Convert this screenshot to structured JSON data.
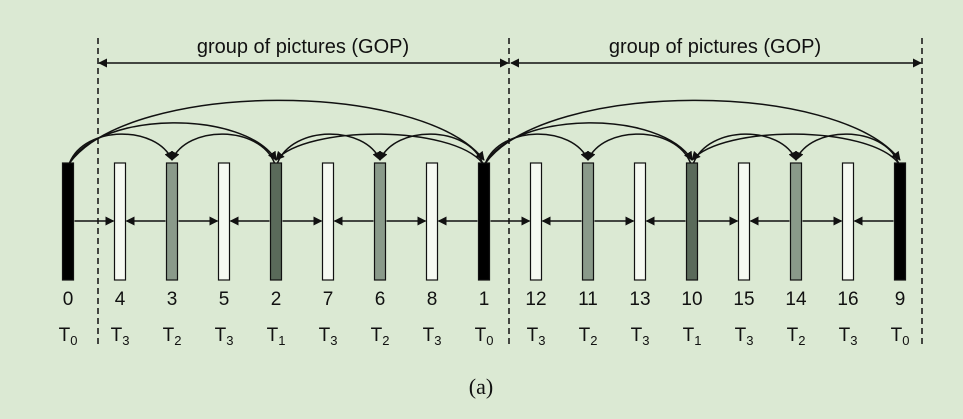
{
  "gop_label": "group of pictures (GOP)",
  "caption": "(a)",
  "frames": [
    {
      "num": "0",
      "level": "0",
      "shade": "black"
    },
    {
      "num": "4",
      "level": "3",
      "shade": "white"
    },
    {
      "num": "3",
      "level": "2",
      "shade": "gray"
    },
    {
      "num": "5",
      "level": "3",
      "shade": "white"
    },
    {
      "num": "2",
      "level": "1",
      "shade": "darkgray"
    },
    {
      "num": "7",
      "level": "3",
      "shade": "white"
    },
    {
      "num": "6",
      "level": "2",
      "shade": "gray"
    },
    {
      "num": "8",
      "level": "3",
      "shade": "white"
    },
    {
      "num": "1",
      "level": "0",
      "shade": "black"
    },
    {
      "num": "12",
      "level": "3",
      "shade": "white"
    },
    {
      "num": "11",
      "level": "2",
      "shade": "gray"
    },
    {
      "num": "13",
      "level": "3",
      "shade": "white"
    },
    {
      "num": "10",
      "level": "1",
      "shade": "darkgray"
    },
    {
      "num": "15",
      "level": "3",
      "shade": "white"
    },
    {
      "num": "14",
      "level": "2",
      "shade": "gray"
    },
    {
      "num": "16",
      "level": "3",
      "shade": "white"
    },
    {
      "num": "9",
      "level": "0",
      "shade": "black"
    }
  ],
  "colors": {
    "background": "#dbe9d3",
    "black": "#000000",
    "darkgray": "#5a6a5a",
    "gray": "#8a9a8a",
    "white": "#f6faf2",
    "line": "#111111"
  }
}
